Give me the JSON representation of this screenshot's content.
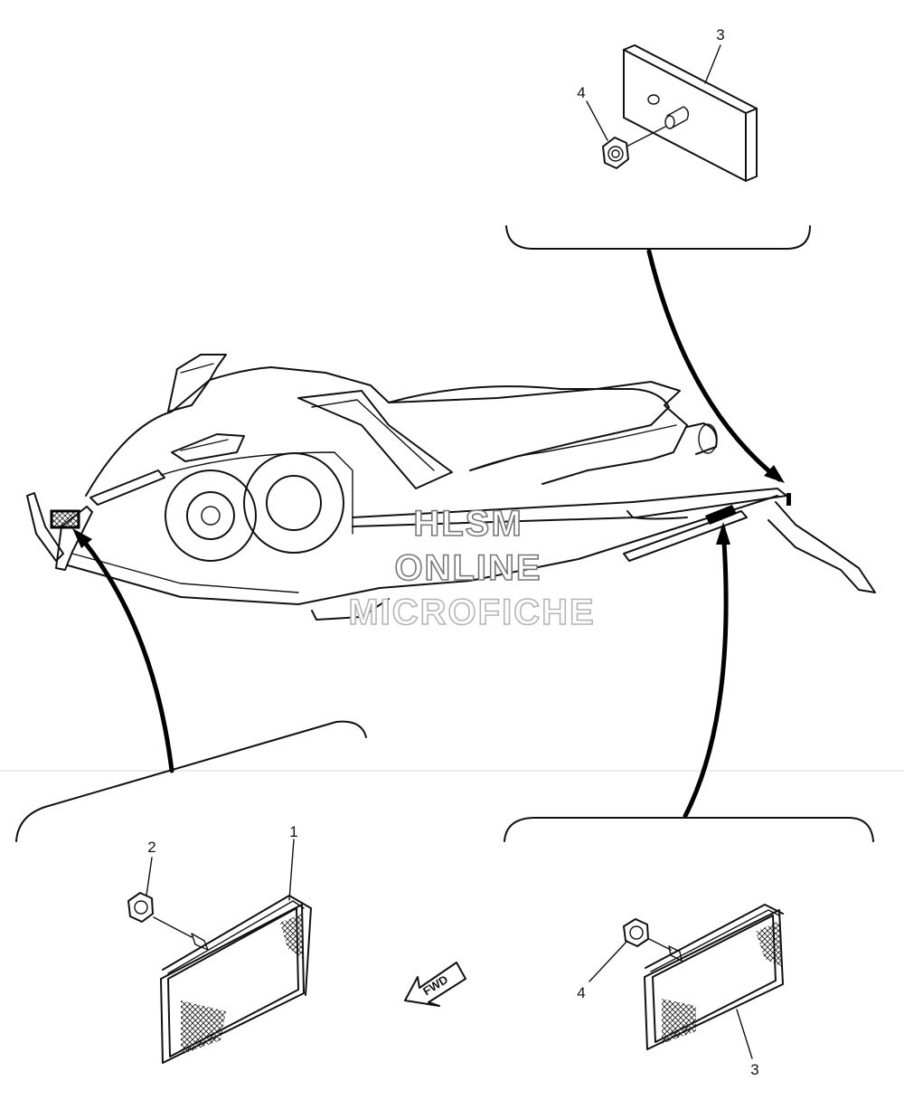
{
  "callouts": {
    "top_panel_ref": "3",
    "top_panel_nut": "4",
    "bottom_left_nut": "2",
    "bottom_left_reflector": "1",
    "bottom_right_nut": "4",
    "bottom_right_reflector": "3"
  },
  "watermark": {
    "line1": "HLSM",
    "line2": "ONLINE",
    "line3": "MICROFICHE"
  },
  "direction_arrow": {
    "label": "FWD"
  }
}
